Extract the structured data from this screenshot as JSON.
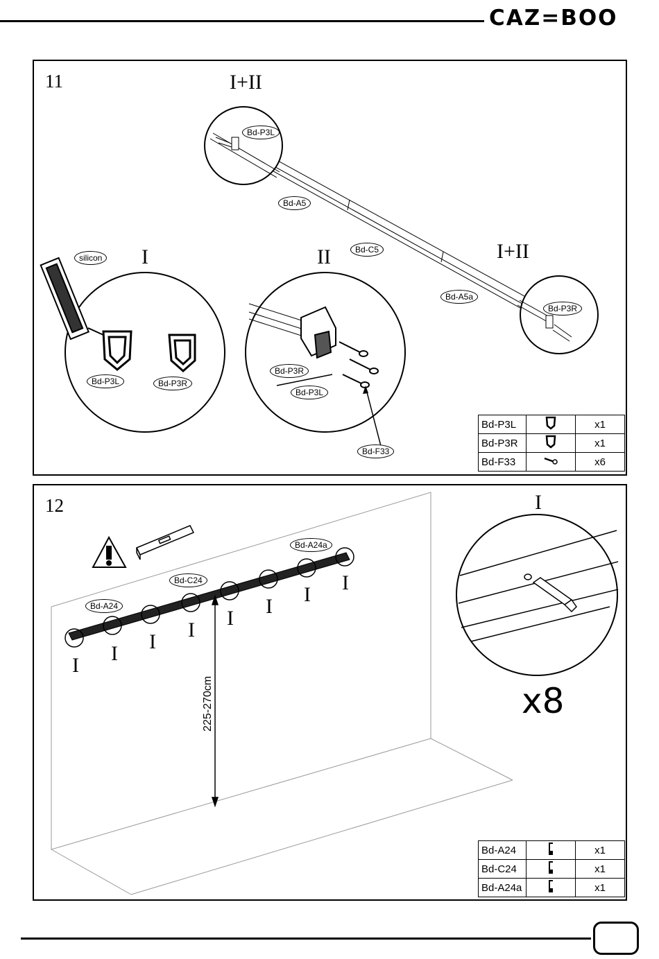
{
  "brand": "CAZ=BOO",
  "step11": {
    "number": "11",
    "roman_top": "I+II",
    "roman_right": "I+II",
    "roman_left": "I",
    "roman_mid": "II",
    "labels": {
      "silicon": "silicon",
      "p3l_top": "Bd-P3L",
      "a5": "Bd-A5",
      "c5": "Bd-C5",
      "a5a": "Bd-A5a",
      "p3r_right": "Bd-P3R",
      "p3l_left": "Bd-P3L",
      "p3r_left": "Bd-P3R",
      "p3r_mid": "Bd-P3R",
      "p3l_mid": "Bd-P3L",
      "f33": "Bd-F33"
    },
    "parts": [
      {
        "code": "Bd-P3L",
        "icon": "left-bracket-icon",
        "qty": "x1"
      },
      {
        "code": "Bd-P3R",
        "icon": "right-bracket-icon",
        "qty": "x1"
      },
      {
        "code": "Bd-F33",
        "icon": "screw-icon",
        "qty": "x6"
      }
    ]
  },
  "step12": {
    "number": "12",
    "roman_detail": "I",
    "roman_marks": [
      "I",
      "I",
      "I",
      "I",
      "I",
      "I",
      "I",
      "I"
    ],
    "labels": {
      "a24": "Bd-A24",
      "c24": "Bd-C24",
      "a24a": "Bd-A24a"
    },
    "dimension": "225-270cm",
    "multiplier": "x8",
    "parts": [
      {
        "code": "Bd-A24",
        "icon": "rail-profile-icon",
        "qty": "x1"
      },
      {
        "code": "Bd-C24",
        "icon": "rail-profile-icon",
        "qty": "x1"
      },
      {
        "code": "Bd-A24a",
        "icon": "rail-profile-icon",
        "qty": "x1"
      }
    ]
  }
}
